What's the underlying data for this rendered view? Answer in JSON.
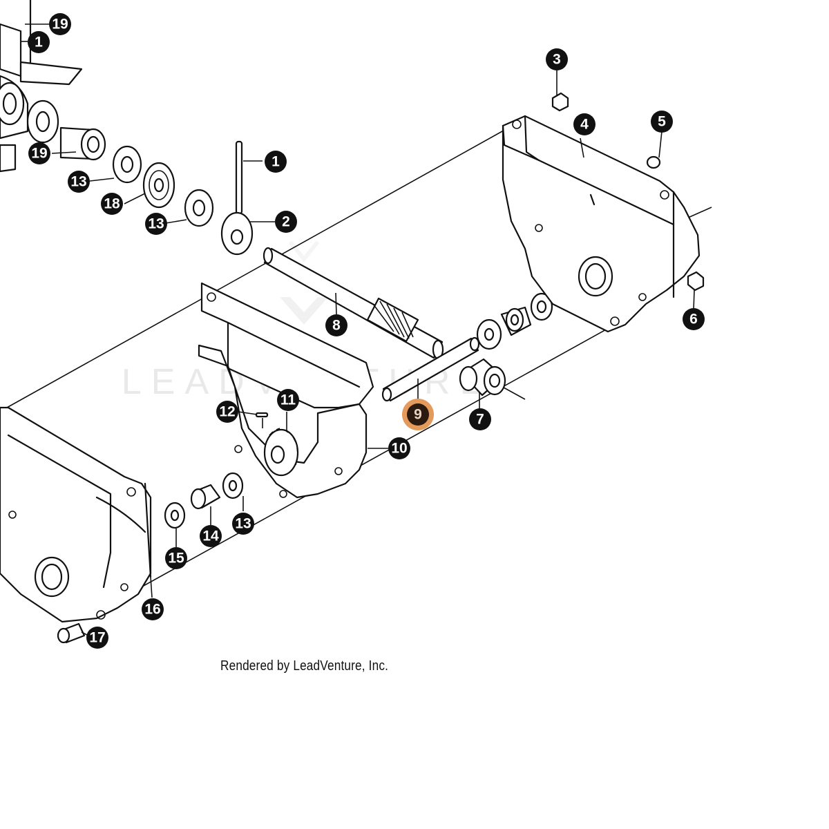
{
  "diagram": {
    "callouts": [
      {
        "id": "c19a",
        "label": "19",
        "highlight": false
      },
      {
        "id": "c1a",
        "label": "1",
        "highlight": false
      },
      {
        "id": "c19b",
        "label": "19",
        "highlight": false
      },
      {
        "id": "c13a",
        "label": "13",
        "highlight": false
      },
      {
        "id": "c18",
        "label": "18",
        "highlight": false
      },
      {
        "id": "c13b",
        "label": "13",
        "highlight": false
      },
      {
        "id": "c1b",
        "label": "1",
        "highlight": false
      },
      {
        "id": "c2",
        "label": "2",
        "highlight": false
      },
      {
        "id": "c3",
        "label": "3",
        "highlight": false
      },
      {
        "id": "c4",
        "label": "4",
        "highlight": false
      },
      {
        "id": "c5",
        "label": "5",
        "highlight": false
      },
      {
        "id": "c6",
        "label": "6",
        "highlight": false
      },
      {
        "id": "c8",
        "label": "8",
        "highlight": false
      },
      {
        "id": "c9",
        "label": "9",
        "highlight": true
      },
      {
        "id": "c7",
        "label": "7",
        "highlight": false
      },
      {
        "id": "c10",
        "label": "10",
        "highlight": false
      },
      {
        "id": "c11",
        "label": "11",
        "highlight": false
      },
      {
        "id": "c12",
        "label": "12",
        "highlight": false
      },
      {
        "id": "c13c",
        "label": "13",
        "highlight": false
      },
      {
        "id": "c14",
        "label": "14",
        "highlight": false
      },
      {
        "id": "c15",
        "label": "15",
        "highlight": false
      },
      {
        "id": "c16",
        "label": "16",
        "highlight": false
      },
      {
        "id": "c17",
        "label": "17",
        "highlight": false
      }
    ],
    "highlight_color": "#e49a5a"
  },
  "watermark": "LEADVENTURE",
  "credit": "Rendered by LeadVenture, Inc."
}
